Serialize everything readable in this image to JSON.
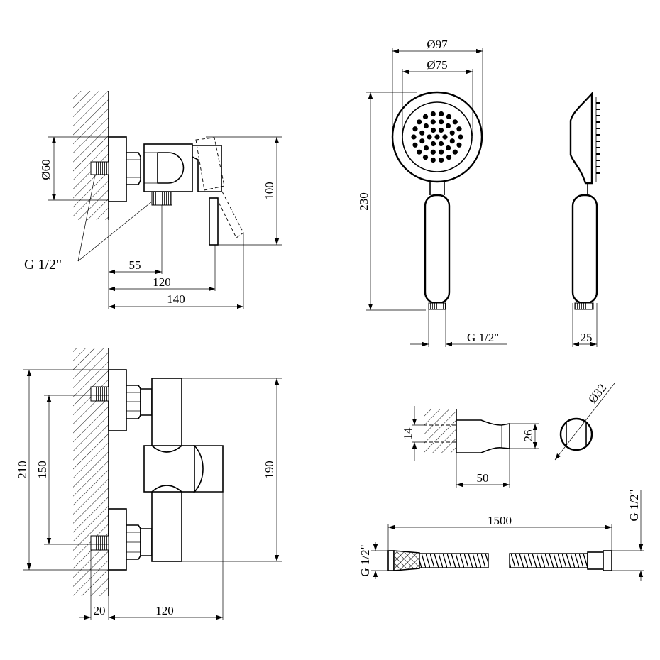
{
  "mixer_side_view": {
    "dim_dia60": "Ø60",
    "dim_100": "100",
    "dim_55": "55",
    "dim_120": "120",
    "dim_140": "140",
    "thread_label": "G 1/2\""
  },
  "hand_shower": {
    "dim_dia97": "Ø97",
    "dim_dia75": "Ø75",
    "dim_230": "230",
    "thread_label": "G 1/2\"",
    "dim_25": "25"
  },
  "mixer_front_view": {
    "dim_210": "210",
    "dim_150": "150",
    "dim_190": "190",
    "dim_20": "20",
    "dim_120": "120"
  },
  "wall_holder": {
    "dim_14": "14",
    "dim_26": "26",
    "dim_50": "50",
    "dim_dia32": "Ø32"
  },
  "hose": {
    "dim_1500": "1500",
    "thread_left": "G 1/2\"",
    "thread_right": "G 1/2\""
  }
}
